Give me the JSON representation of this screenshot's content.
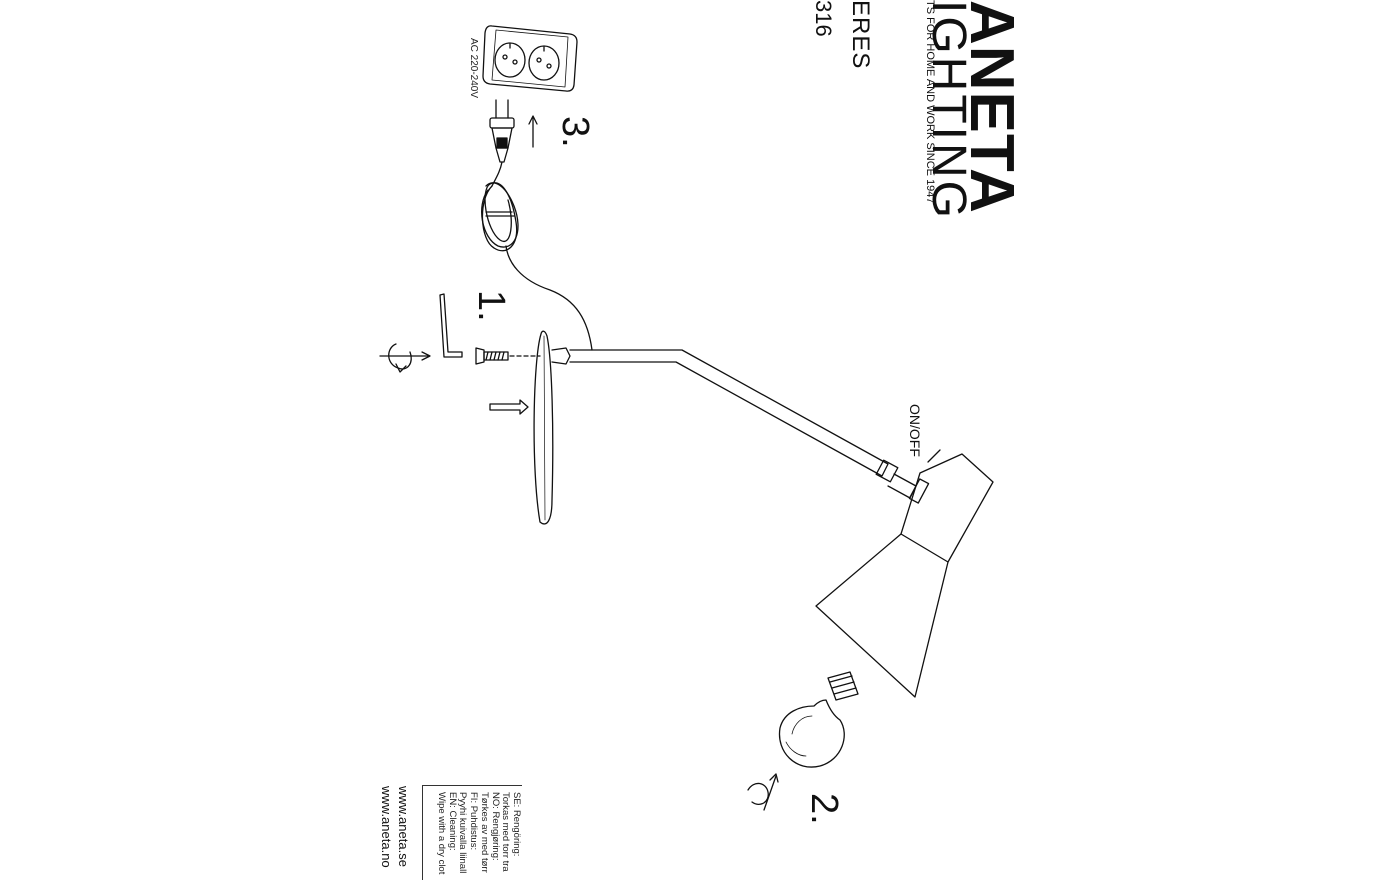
{
  "brand": {
    "name": "ANETA",
    "sub": "IGHTING",
    "tagline": "TS FOR HOME AND WORK SINCE 1947"
  },
  "product": {
    "series": "ERES",
    "code": "316"
  },
  "labels": {
    "voltage": "AC 220-240V",
    "switch": "ON/OFF"
  },
  "steps": {
    "step1": "1.",
    "step2": "2.",
    "step3": "3."
  },
  "cleaning": {
    "lines": [
      "SE: Rengöring:",
      "Torkas med torr tra",
      "NO: Rengjøring:",
      "Tørkes av med tørr",
      "FI: Puhdistus:",
      "Pyyhi kuivalla liinall",
      "EN: Cleaning:",
      "Wipe with a dry clot"
    ]
  },
  "web": {
    "site_se": "www.aneta.se",
    "site_no": "www.aneta.no"
  },
  "colors": {
    "ink": "#111111",
    "paper": "#ffffff"
  },
  "icons": [
    "allen-key-icon",
    "screw-icon",
    "rotate-arrow-icon",
    "push-arrow-icon",
    "wall-socket-icon",
    "plug-icon",
    "light-bulb-icon"
  ]
}
